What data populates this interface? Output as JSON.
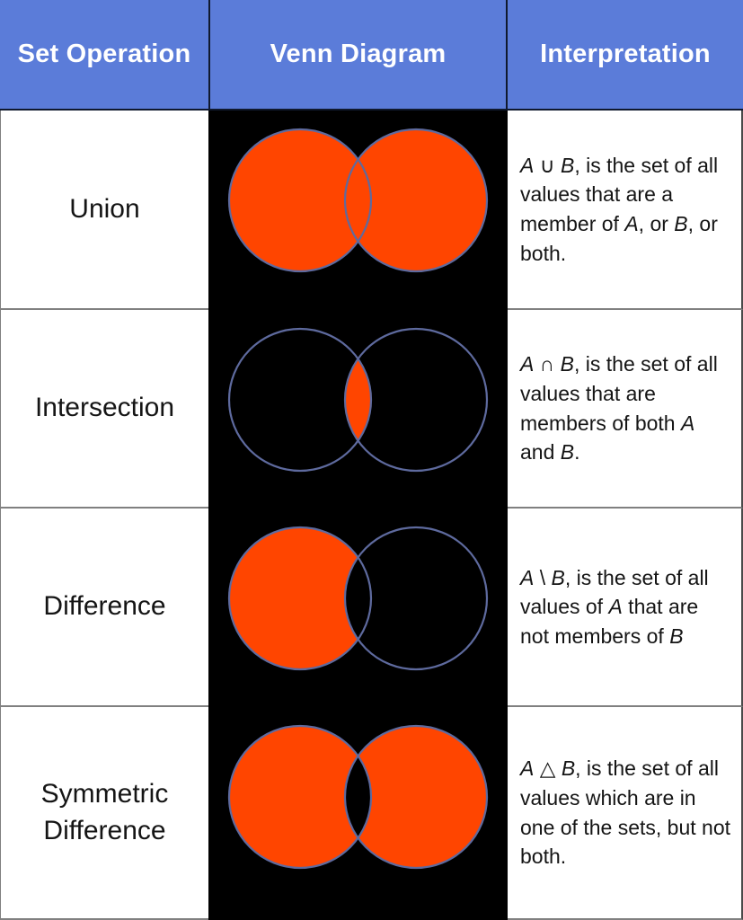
{
  "table": {
    "headers": [
      {
        "label": "Set Operation"
      },
      {
        "label": "Venn Diagram"
      },
      {
        "label": "Interpretation"
      }
    ],
    "rows": [
      {
        "operation": "Union",
        "venn": {
          "left": "shaded",
          "right": "shaded",
          "intersection": "shaded"
        },
        "interpretation": [
          {
            "t": "A",
            "i": true
          },
          {
            "t": " ∪ ",
            "i": false
          },
          {
            "t": "B",
            "i": true
          },
          {
            "t": ", is the set of all values that are a member of ",
            "i": false
          },
          {
            "t": "A",
            "i": true
          },
          {
            "t": ", or ",
            "i": false
          },
          {
            "t": "B",
            "i": true
          },
          {
            "t": ", or both.",
            "i": false
          }
        ]
      },
      {
        "operation": "Intersection",
        "venn": {
          "left": "unshaded",
          "right": "unshaded",
          "intersection": "shaded"
        },
        "interpretation": [
          {
            "t": "A",
            "i": true
          },
          {
            "t": " ∩ ",
            "i": false
          },
          {
            "t": "B",
            "i": true
          },
          {
            "t": ", is the set of all values that are members of both ",
            "i": false
          },
          {
            "t": "A",
            "i": true
          },
          {
            "t": " and ",
            "i": false
          },
          {
            "t": "B",
            "i": true
          },
          {
            "t": ".",
            "i": false
          }
        ]
      },
      {
        "operation": "Difference",
        "venn": {
          "left": "shaded",
          "right": "unshaded",
          "intersection": "unshaded"
        },
        "interpretation": [
          {
            "t": "A",
            "i": true
          },
          {
            "t": " \\ ",
            "i": false
          },
          {
            "t": "B",
            "i": true
          },
          {
            "t": ", is the set of all values of ",
            "i": false
          },
          {
            "t": "A",
            "i": true
          },
          {
            "t": " that are not members of ",
            "i": false
          },
          {
            "t": "B",
            "i": true
          }
        ]
      },
      {
        "operation": "Symmetric Difference",
        "venn": {
          "left": "shaded",
          "right": "shaded",
          "intersection": "unshaded"
        },
        "interpretation": [
          {
            "t": "A",
            "i": true
          },
          {
            "t": " △ ",
            "i": false
          },
          {
            "t": "B",
            "i": true
          },
          {
            "t": ", is the set of all values which are in one of the sets, but not both.",
            "i": false
          }
        ]
      }
    ]
  },
  "colors": {
    "header_bg": "#5b7cd9",
    "header_text": "#ffffff",
    "header_border": "#10192e",
    "venn_bg": "#000000",
    "shade": "#ff4500",
    "circle_stroke": "#5e6a9e",
    "row_border": "#808080",
    "cell_bg": "#ffffff",
    "text": "#151515"
  }
}
